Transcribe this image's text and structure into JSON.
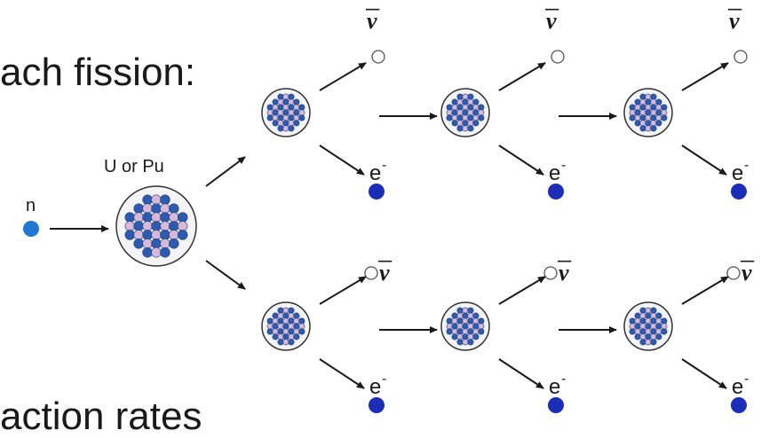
{
  "slide": {
    "heading_fragment": "ach fission:",
    "bottom_fragment": "action rates"
  },
  "diagram": {
    "start_particle_label": "n",
    "target_nucleus_label": "U or Pu",
    "antineutrino_label": "ν",
    "electron_label": "e",
    "electron_charge": "-",
    "colors": {
      "neutron": "#1e78d4",
      "electron": "#1c2db8",
      "nucleus_blue": "#2d5bb0",
      "nucleus_pink": "#d8b8d8",
      "arrow": "#1a1a1a"
    }
  }
}
